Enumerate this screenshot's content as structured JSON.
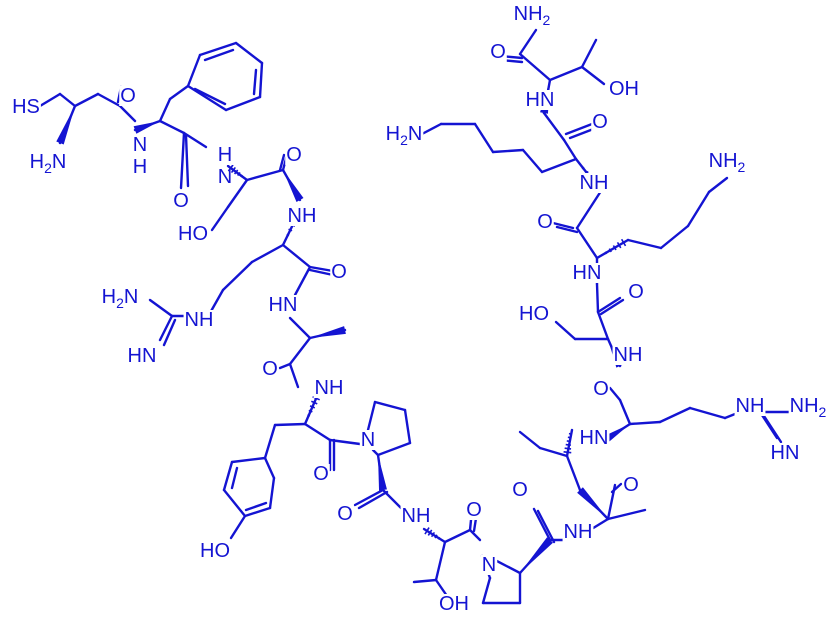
{
  "molecule": {
    "bond_color": "#1414d2",
    "text_color": "#1414d2",
    "atom_labels": [
      {
        "id": "sh-1",
        "text": "HS"
      },
      {
        "id": "n-cys",
        "text": "H",
        "sub": "2",
        "tail": "N"
      },
      {
        "id": "o-cys",
        "text": "O"
      },
      {
        "id": "nh-phe",
        "text": "N",
        "nl": "H"
      },
      {
        "id": "o-phe",
        "text": "O"
      },
      {
        "id": "nh-ser1",
        "text": "H",
        "nl": "N"
      },
      {
        "id": "oh-ser1",
        "text": "HO"
      },
      {
        "id": "o-ser1",
        "text": "O"
      },
      {
        "id": "nh-arg1",
        "text": "NH"
      },
      {
        "id": "o-arg1",
        "text": "O"
      },
      {
        "id": "nh2-gua1",
        "text": "H",
        "sub": "2",
        "tail": "N"
      },
      {
        "id": "nh-gua1",
        "text": "NH"
      },
      {
        "id": "hn-gua1",
        "text": "HN"
      },
      {
        "id": "hn-ala",
        "text": "HN"
      },
      {
        "id": "o-ala",
        "text": "O"
      },
      {
        "id": "nh-tyr",
        "text": "NH"
      },
      {
        "id": "o-tyr",
        "text": "O"
      },
      {
        "id": "ho-tyr",
        "text": "HO"
      },
      {
        "id": "n-pro1",
        "text": "N"
      },
      {
        "id": "o-pro1",
        "text": "O"
      },
      {
        "id": "nh-thr1",
        "text": "NH"
      },
      {
        "id": "oh-thr1",
        "text": "OH"
      },
      {
        "id": "o-thr1",
        "text": "O"
      },
      {
        "id": "n-pro2",
        "text": "N"
      },
      {
        "id": "o-pro2",
        "text": "O"
      },
      {
        "id": "nh-leu",
        "text": "NH"
      },
      {
        "id": "o-leu",
        "text": "O"
      },
      {
        "id": "hn-arg2",
        "text": "HN"
      },
      {
        "id": "o-arg2",
        "text": "O"
      },
      {
        "id": "nh-gua2",
        "text": "NH"
      },
      {
        "id": "nh2-gua2",
        "text": "NH",
        "sub": "2"
      },
      {
        "id": "hn-gua2",
        "text": "HN"
      },
      {
        "id": "nh-ser2",
        "text": "NH"
      },
      {
        "id": "oh-ser2",
        "text": "HO"
      },
      {
        "id": "o-ser2",
        "text": "O"
      },
      {
        "id": "hn-lys2",
        "text": "HN"
      },
      {
        "id": "o-lys2",
        "text": "O"
      },
      {
        "id": "nh2-lys2",
        "text": "NH",
        "sub": "2"
      },
      {
        "id": "nh-lys1",
        "text": "NH"
      },
      {
        "id": "nh2-lys1",
        "text": "H",
        "sub": "2",
        "tail": "N"
      },
      {
        "id": "o-lys1",
        "text": "O"
      },
      {
        "id": "hn-thr2",
        "text": "HN"
      },
      {
        "id": "o-thr2",
        "text": "O"
      },
      {
        "id": "oh-thr2",
        "text": "OH"
      },
      {
        "id": "nh2-thr2",
        "text": "NH",
        "sub": "2"
      }
    ]
  }
}
